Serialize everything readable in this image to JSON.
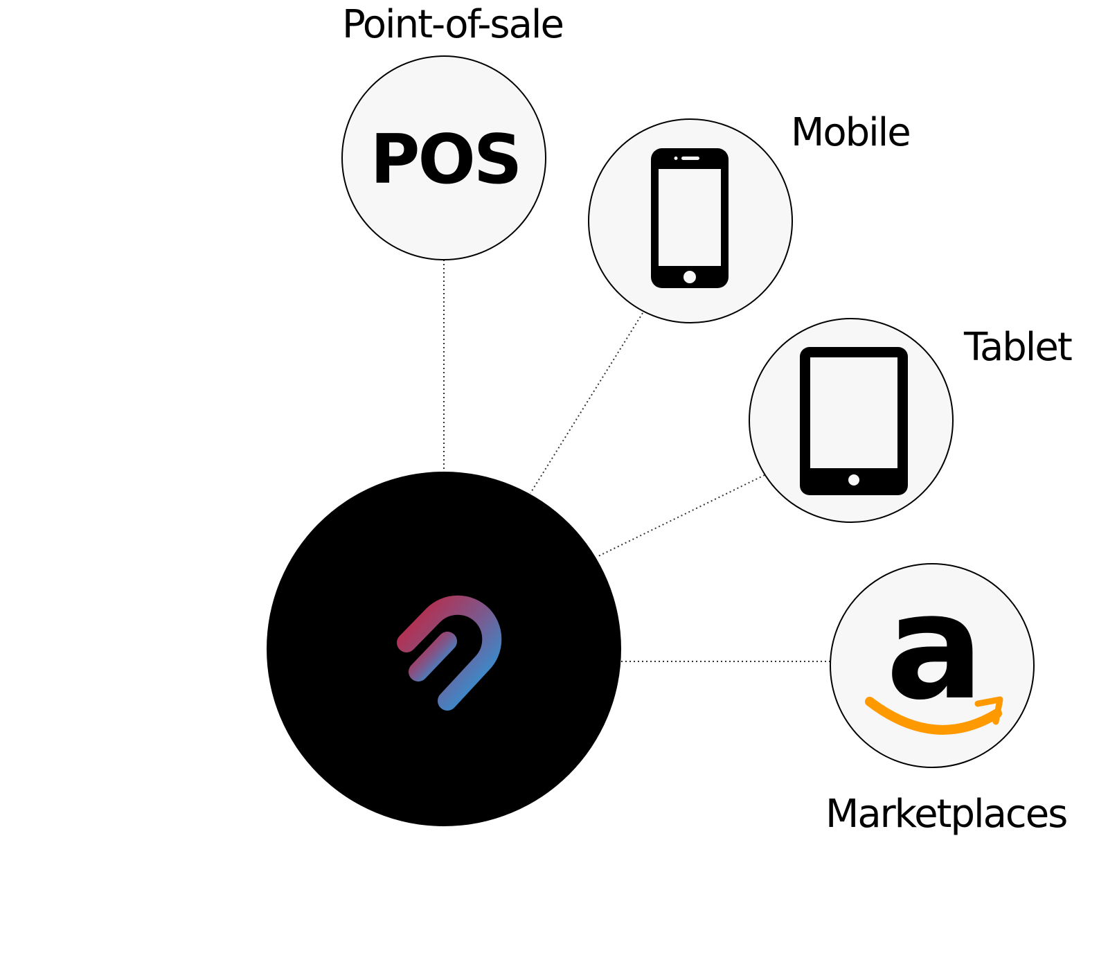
{
  "channels": {
    "pos": {
      "label": "Point-of-sale",
      "icon": "pos-text-icon",
      "icon_text": "POS"
    },
    "mobile": {
      "label": "Mobile",
      "icon": "smartphone-icon"
    },
    "tablet": {
      "label": "Tablet",
      "icon": "tablet-icon"
    },
    "marketplaces": {
      "label": "Marketplaces",
      "icon": "amazon-logo-icon"
    }
  },
  "hub": {
    "icon": "brand-logo-icon"
  },
  "colors": {
    "node_fill": "#f7f7f7",
    "hub_fill": "#000000",
    "connector": "#333333",
    "amazon_smile": "#ff9900",
    "logo_red": "#c4243f",
    "logo_blue": "#1ea0e6"
  }
}
